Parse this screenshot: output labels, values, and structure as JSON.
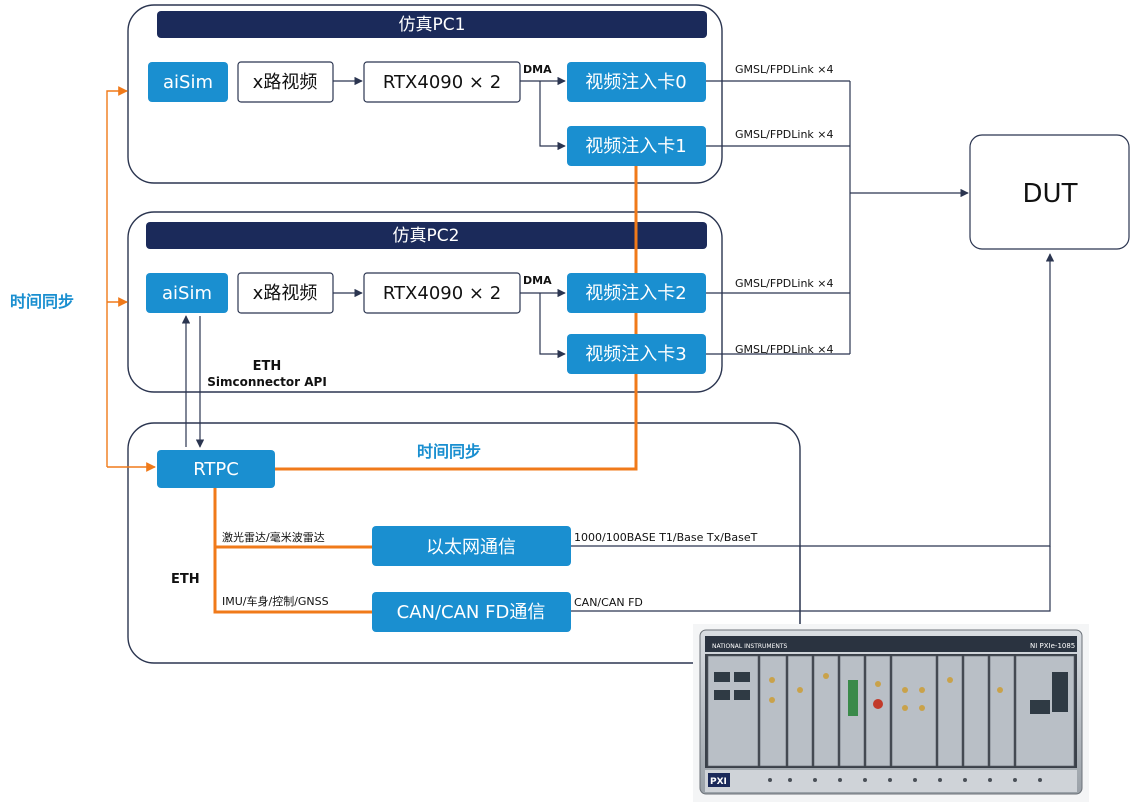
{
  "pc1": {
    "title": "仿真PC1",
    "aisim": "aiSim",
    "video": "x路视频",
    "gpu": "RTX4090 × 2",
    "dma": "DMA",
    "card0": "视频注入卡0",
    "card1": "视频注入卡1",
    "link0": "GMSL/FPDLink ×4",
    "link1": "GMSL/FPDLink ×4"
  },
  "pc2": {
    "title": "仿真PC2",
    "aisim": "aiSim",
    "video": "x路视频",
    "gpu": "RTX4090 × 2",
    "dma": "DMA",
    "card2": "视频注入卡2",
    "card3": "视频注入卡3",
    "link2": "GMSL/FPDLink ×4",
    "link3": "GMSL/FPDLink ×4",
    "eth": "ETH",
    "api": "Simconnector API"
  },
  "dut": "DUT",
  "time_sync_left": "时间同步",
  "rtpc_box": {
    "rtpc": "RTPC",
    "time_sync": "时间同步",
    "eth": "ETH",
    "lidar_label": "激光雷达/毫米波雷达",
    "imu_label": "IMU/车身/控制/GNSS",
    "ethernet": "以太网通信",
    "can": "CAN/CAN FD通信",
    "ethernet_spec": "1000/100BASE T1/Base Tx/BaseT",
    "can_spec": "CAN/CAN FD"
  },
  "chassis": {
    "brand": "NATIONAL INSTRUMENTS",
    "model": "NI PXIe-1085",
    "pxi": "PXI"
  },
  "colors": {
    "navy": "#1b2a5a",
    "blue": "#1a8fd0",
    "orange": "#f07a1a",
    "line": "#2b3550",
    "sync_text": "#1a8fd0"
  }
}
